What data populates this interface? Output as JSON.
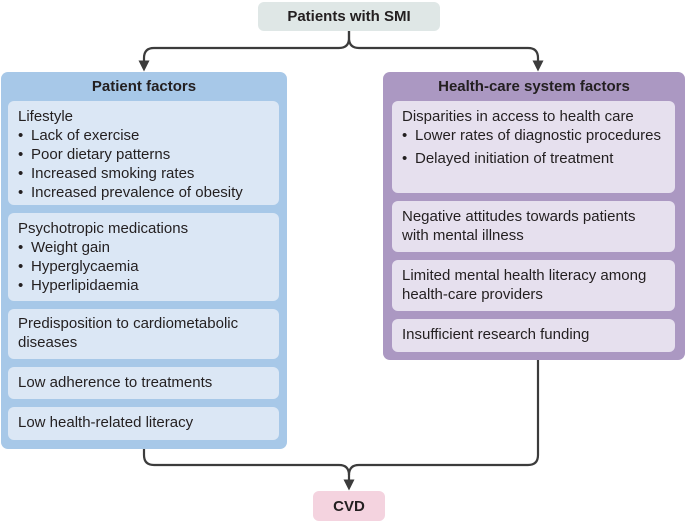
{
  "top_node": "Patients with SMI",
  "bottom_node": "CVD",
  "patient_factors": {
    "title": "Patient factors",
    "boxes": [
      {
        "heading": "Lifestyle",
        "items": [
          "Lack of exercise",
          "Poor dietary patterns",
          "Increased smoking rates",
          "Increased prevalence of obesity"
        ]
      },
      {
        "heading": "Psychotropic medications",
        "items": [
          "Weight gain",
          "Hyperglycaemia",
          "Hyperlipidaemia"
        ]
      },
      {
        "heading": "Predisposition to cardiometabolic diseases"
      },
      {
        "heading": "Low adherence to treatments"
      },
      {
        "heading": "Low health-related literacy"
      }
    ]
  },
  "health_care_factors": {
    "title": "Health-care system factors",
    "boxes": [
      {
        "heading": "Disparities in access to health care",
        "items": [
          "Lower rates of diagnostic procedures",
          "Delayed initiation of treatment"
        ]
      },
      {
        "heading": "Negative attitudes towards patients with mental illness"
      },
      {
        "heading": "Limited mental health literacy among health-care providers"
      },
      {
        "heading": "Insufficient research funding"
      }
    ]
  },
  "colors": {
    "top_node": "#dfe7e6",
    "bottom_node": "#f4d3df",
    "patient_panel": "#a7c8e8",
    "patient_box": "#dbe7f5",
    "health_panel": "#ab98c2",
    "health_box": "#e6e0ee",
    "connector": "#3c3c3c"
  }
}
